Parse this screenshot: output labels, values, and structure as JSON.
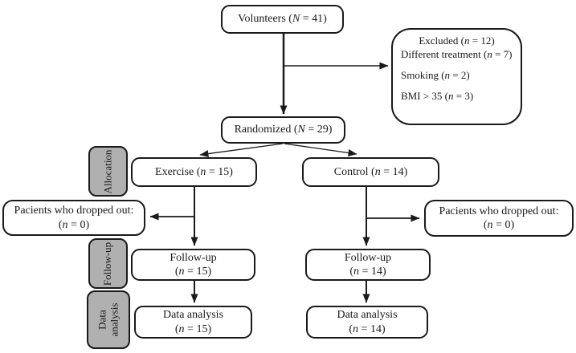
{
  "diagram_title": "CONSORT-style participant flow diagram",
  "colors": {
    "line": "#1a1a1a",
    "box_border": "#1a1a1a",
    "box_fill": "#ffffff",
    "stage_fill": "#b0b0b0",
    "text": "#1a1a1a"
  },
  "nodes": {
    "volunteers": {
      "label": "Volunteers (*N* = 41)"
    },
    "excluded": {
      "title": "Excluded (*n* = 12)",
      "items": [
        "Different treatment (*n* = 7)",
        "Smoking (*n* = 2)",
        "BMI > 35 (*n* = 3)"
      ]
    },
    "randomized": {
      "label": "Randomized (*N* = 29)"
    },
    "exercise": {
      "label": "Exercise (*n* = 15)"
    },
    "control": {
      "label": "Control (*n* = 14)"
    },
    "dropout_left": {
      "line1": "Pacients who dropped out:",
      "line2": "(*n* = 0)"
    },
    "dropout_right": {
      "line1": "Pacients who dropped out:",
      "line2": "(*n* = 0)"
    },
    "followup_left": {
      "line1": "Follow-up",
      "line2": "(*n* = 15)"
    },
    "followup_right": {
      "line1": "Follow-up",
      "line2": "(*n* = 14)"
    },
    "analysis_left": {
      "line1": "Data analysis",
      "line2": "(*n* = 15)"
    },
    "analysis_right": {
      "line1": "Data analysis",
      "line2": "(*n* = 14)"
    }
  },
  "stage_labels": {
    "allocation": "Allocation",
    "followup": "Follow-up",
    "analysis": "Data analysis"
  }
}
